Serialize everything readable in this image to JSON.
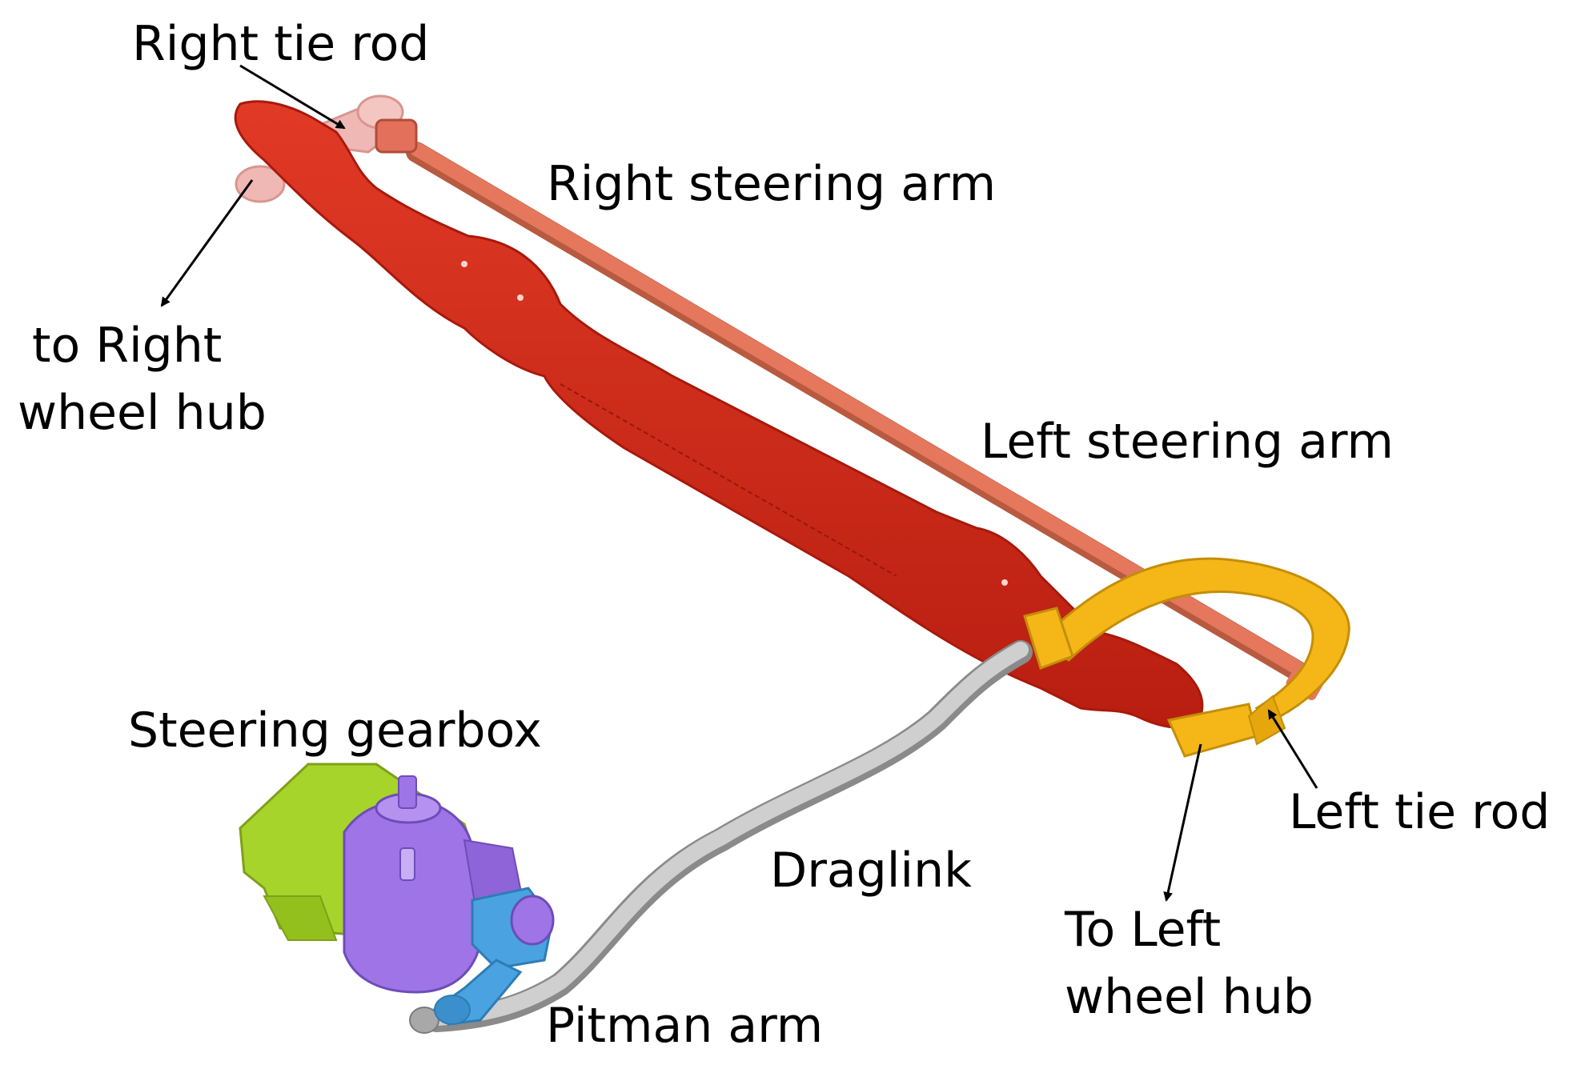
{
  "labels": {
    "right_tie_rod": "Right tie rod",
    "right_steering_arm": "Right steering arm",
    "to_right_wheel_hub_line1": "to Right",
    "to_right_wheel_hub_line2": "wheel hub",
    "left_steering_arm": "Left steering arm",
    "steering_gearbox": "Steering gearbox",
    "left_tie_rod": "Left tie rod",
    "draglink": "Draglink",
    "to_left_wheel_hub_line1": "To Left",
    "to_left_wheel_hub_line2": "wheel hub",
    "pitman_arm": "Pitman arm"
  },
  "colors": {
    "axle": "#d42a1a",
    "tie_rod_bar": "#e4775c",
    "right_joint": "#f0b8b4",
    "left_tie_rod": "#f5b718",
    "draglink": "#bdbdbd",
    "gearbox_green": "#a6d42a",
    "gearbox_purple": "#9e74e6",
    "pitman_blue": "#4aa3e0",
    "arrow": "#000000"
  }
}
